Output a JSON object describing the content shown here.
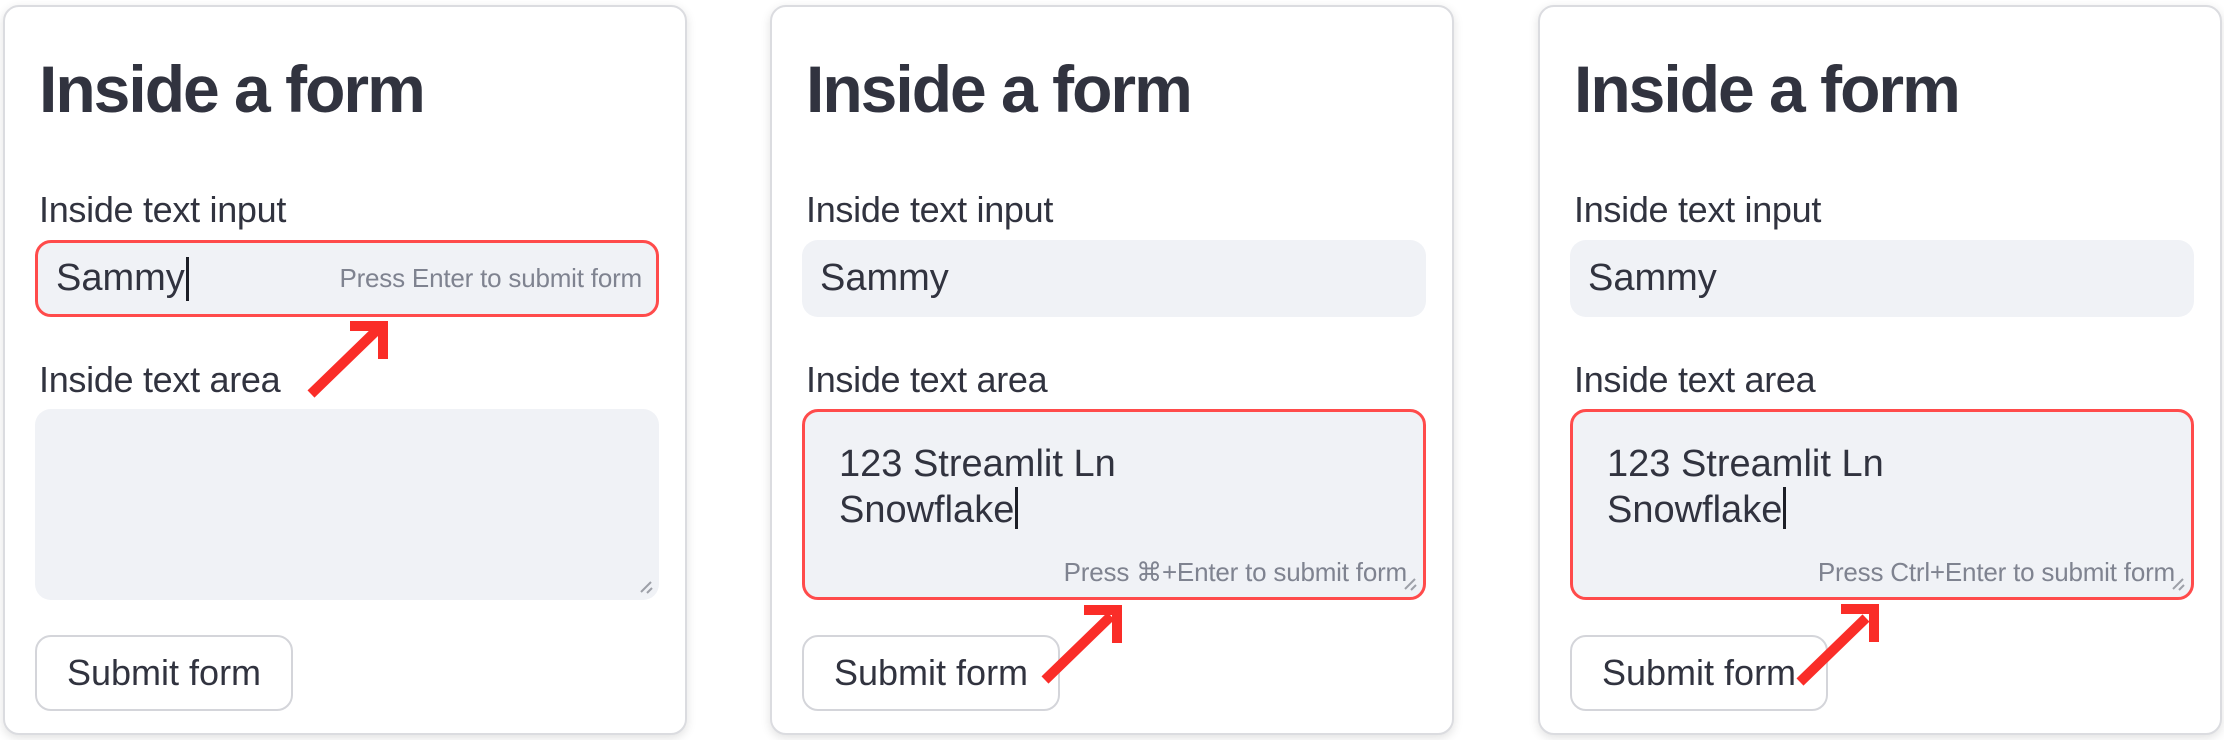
{
  "app": {
    "description_title": "Inside a form",
    "background": "#ffffff"
  },
  "colors": {
    "text": "#31333F",
    "hint_text": "#7F8390",
    "field_background": "#F0F2F6",
    "focus_border_red": "#FF4B4B",
    "arrow_red": "#FA2D28",
    "card_border": "#DBDCE0",
    "button_border": "#D4D5DA",
    "card_background": "#FFFFFF"
  },
  "icons": {
    "resize_handle": "resize-handle-icon",
    "annotation_arrow": "arrow-up-right-icon"
  },
  "cards": [
    {
      "title": "Inside a form",
      "text_input": {
        "label": "Inside text input",
        "value": "Sammy",
        "focused": true,
        "hint": "Press Enter to submit form"
      },
      "text_area": {
        "label": "Inside text area",
        "lines": [],
        "focused": false,
        "hint": ""
      },
      "submit_label": "Submit form",
      "arrow_points_at": "text-input-hint"
    },
    {
      "title": "Inside a form",
      "text_input": {
        "label": "Inside text input",
        "value": "Sammy",
        "focused": false,
        "hint": ""
      },
      "text_area": {
        "label": "Inside text area",
        "lines": [
          "123 Streamlit Ln",
          "Snowflake"
        ],
        "focused": true,
        "hint": "Press ⌘+Enter to submit form"
      },
      "submit_label": "Submit form",
      "arrow_points_at": "text-area-hint"
    },
    {
      "title": "Inside a form",
      "text_input": {
        "label": "Inside text input",
        "value": "Sammy",
        "focused": false,
        "hint": ""
      },
      "text_area": {
        "label": "Inside text area",
        "lines": [
          "123 Streamlit Ln",
          "Snowflake"
        ],
        "focused": true,
        "hint": "Press Ctrl+Enter to submit form"
      },
      "submit_label": "Submit form",
      "arrow_points_at": "text-area-hint"
    }
  ]
}
